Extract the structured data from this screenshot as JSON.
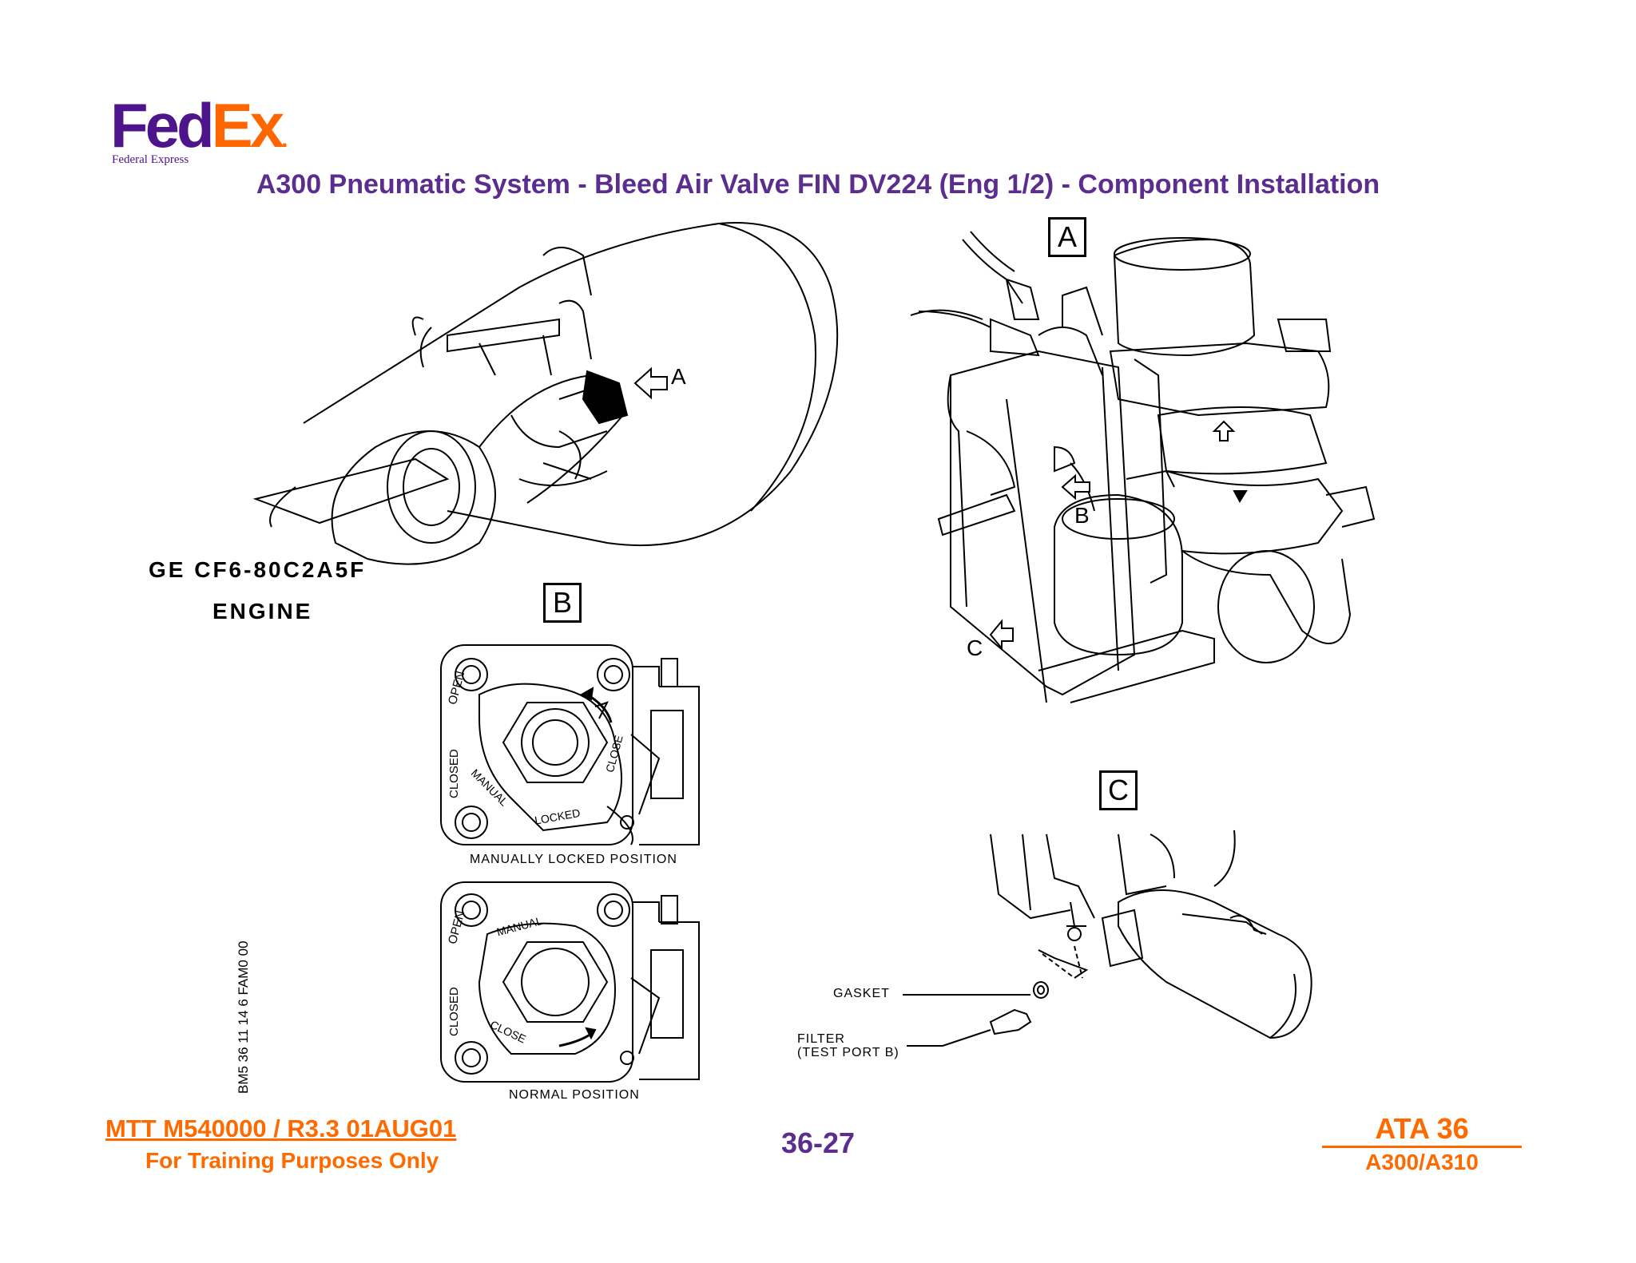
{
  "logo": {
    "fed": "Fed",
    "ex": "Ex",
    "dot": ".",
    "subtitle": "Federal Express"
  },
  "title": "A300 Pneumatic System - Bleed Air Valve FIN DV224 (Eng 1/2) - Component Installation",
  "engine_label": {
    "line1": "GE CF6-80C2A5F",
    "line2": "ENGINE"
  },
  "callouts": {
    "a": "A",
    "b": "B",
    "c": "C"
  },
  "views": {
    "a_box": "A",
    "b_box": "B",
    "c_box": "C"
  },
  "valve_dial": {
    "open": "OPEN",
    "closed": "CLOSED",
    "manual": "MANUAL",
    "close": "CLOSE",
    "locked": "LOCKED"
  },
  "captions": {
    "manual_locked": "MANUALLY LOCKED POSITION",
    "normal": "NORMAL POSITION",
    "gasket": "GASKET",
    "filter_line1": "FILTER",
    "filter_line2": "(TEST PORT B)"
  },
  "ref_code": "BM5 36 11 14 6 FAM0 00",
  "footer": {
    "mtt": "MTT M540000 / R3.3 01AUG01",
    "training": "For Training Purposes Only",
    "page": "36-27",
    "ata": "ATA 36",
    "model": "A300/A310"
  },
  "colors": {
    "fedex_purple": "#4d148c",
    "fedex_orange": "#ff6600",
    "title_purple": "#5b2d8e",
    "footer_orange": "#ff6a00"
  }
}
